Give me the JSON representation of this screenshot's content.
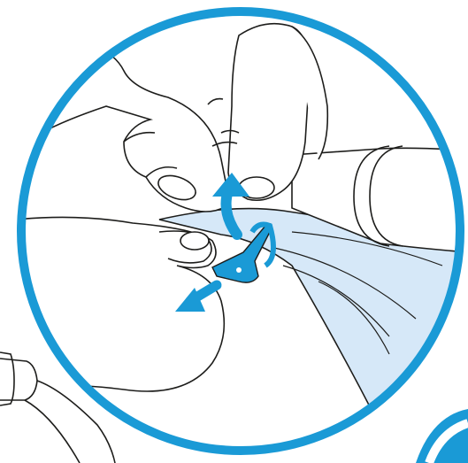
{
  "illustration": {
    "kind": "instructional-line-art",
    "subject": "hands-detaching-clip-from-fabric-loop",
    "colors": {
      "ring": "#1a9ad6",
      "arrow": "#1a9ad6",
      "clip": "#1a9ad6",
      "fabric_fill": "#d6e8f8",
      "line": "#1d1d1b",
      "background": "#ffffff"
    },
    "arrows": [
      {
        "name": "lift-up-arrow",
        "direction": "up-curved"
      },
      {
        "name": "pull-out-arrow",
        "direction": "down-left"
      }
    ]
  }
}
